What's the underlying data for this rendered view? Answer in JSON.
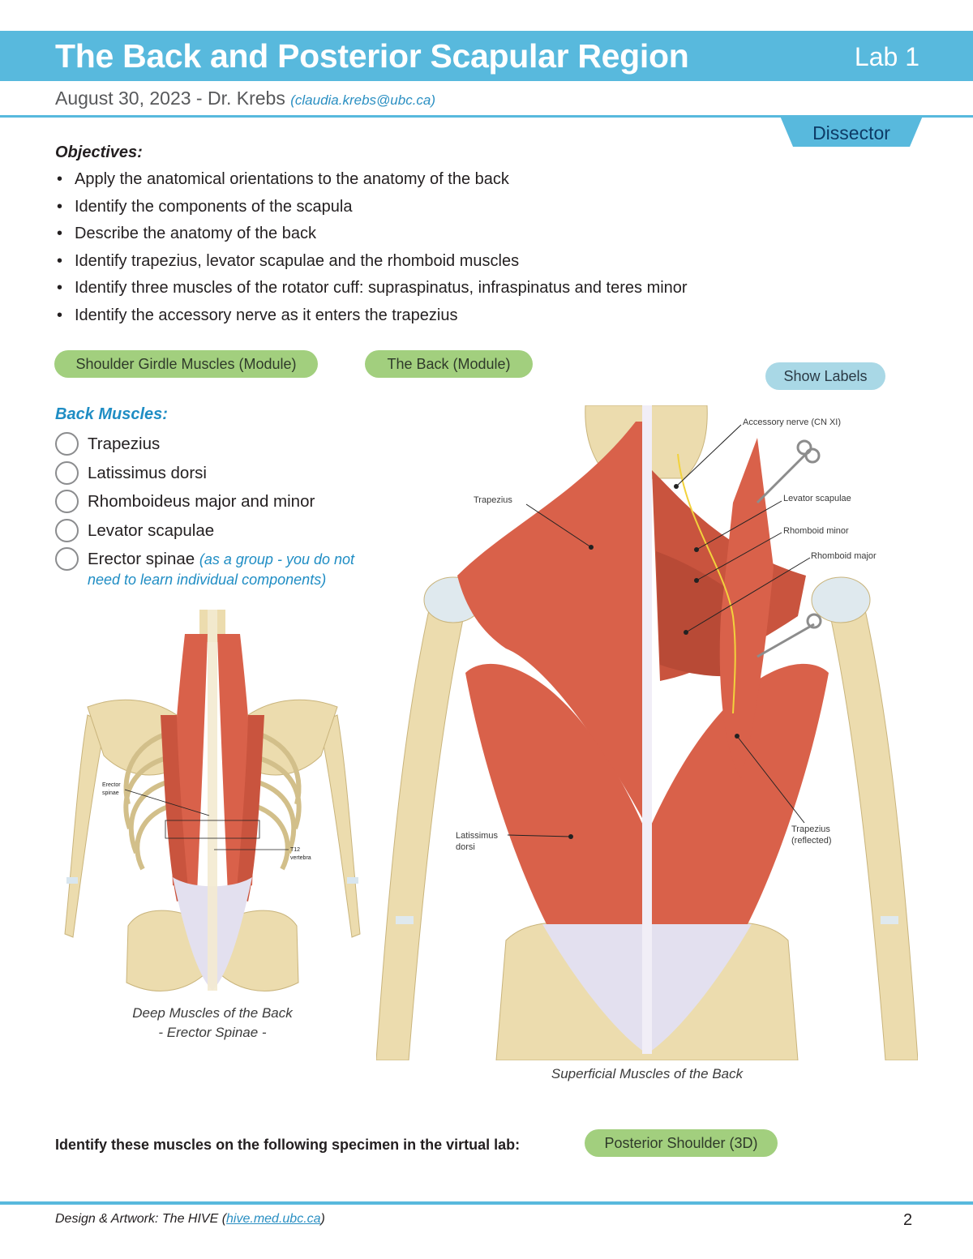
{
  "header": {
    "title": "The Back and Posterior Scapular Region",
    "lab": "Lab 1",
    "date_author": "August 30, 2023 - Dr. Krebs",
    "email": "(claudia.krebs@ubc.ca)",
    "role_tab": "Dissector"
  },
  "objectives": {
    "heading": "Objectives:",
    "items": [
      "Apply the anatomical orientations to the anatomy of the back",
      "Identify the components of the scapula",
      "Describe the anatomy of the back",
      "Identify trapezius, levator scapulae and the rhomboid muscles",
      "Identify three muscles of the rotator cuff:  supraspinatus, infraspinatus and teres minor",
      "Identify the accessory nerve as it enters the trapezius"
    ]
  },
  "buttons": {
    "shoulder_module": "Shoulder Girdle Muscles (Module)",
    "back_module": "The Back (Module)",
    "show_labels": "Show Labels",
    "posterior_shoulder": "Posterior Shoulder (3D)"
  },
  "back_muscles": {
    "heading": "Back Muscles:",
    "items": [
      "Trapezius",
      "Latissimus dorsi",
      "Rhomboideus major and minor",
      "Levator scapulae",
      "Erector spinae"
    ],
    "erector_note_line1": "(as a group - you do not",
    "erector_note_line2": "need to learn individual components)"
  },
  "figure_deep": {
    "caption_line1": "Deep Muscles of the Back",
    "caption_line2": "- Erector Spinae -",
    "label_erector_1": "Erector",
    "label_erector_2": "spinae",
    "label_t12_1": "T12",
    "label_t12_2": "vertebra"
  },
  "figure_superficial": {
    "caption": "Superficial Muscles of the Back",
    "labels": {
      "accessory_nerve": "Accessory nerve (CN XI)",
      "trapezius": "Trapezius",
      "levator_scapulae": "Levator scapulae",
      "rhomboid_minor": "Rhomboid minor",
      "rhomboid_major": "Rhomboid major",
      "latissimus_1": "Latissimus",
      "latissimus_2": "dorsi",
      "trapezius_reflected_1": "Trapezius",
      "trapezius_reflected_2": "(reflected)"
    }
  },
  "identify_text": "Identify these muscles on the following specimen in the virtual lab:",
  "footer": {
    "credit": "Design & Artwork:  The HIVE (",
    "link": "hive.med.ubc.ca",
    "credit_end": ")",
    "page_number": "2"
  },
  "colors": {
    "header_blue": "#58b9dd",
    "accent_text_blue": "#1f8dc4",
    "module_green": "#a2cf7e",
    "labels_blue": "#a9d8e6",
    "muscle_red": "#d9614a",
    "bone": "#ecdcae"
  }
}
